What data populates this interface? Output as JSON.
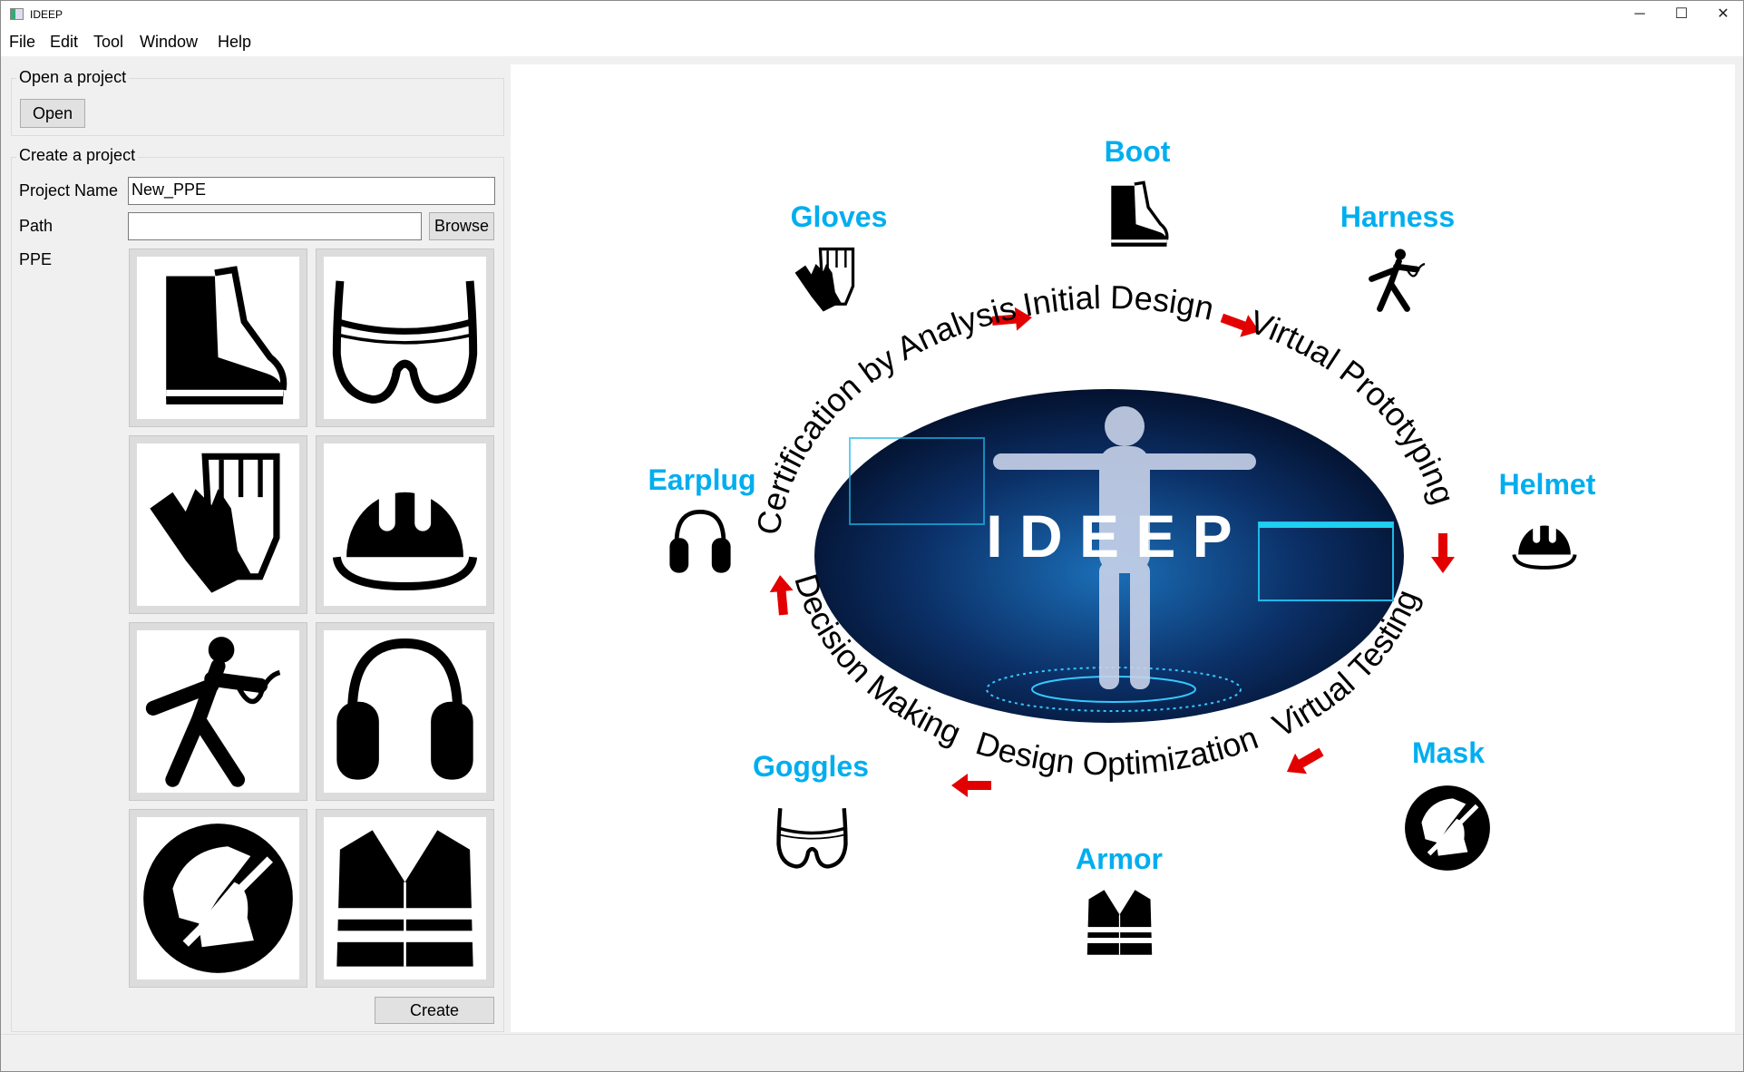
{
  "window": {
    "title": "IDEEP",
    "controls": [
      "minimize-icon",
      "maximize-icon",
      "close-icon"
    ]
  },
  "menu": [
    "File",
    "Edit",
    "Tool",
    "Window",
    "Help"
  ],
  "open_group": {
    "title": "Open a project",
    "open_label": "Open"
  },
  "create_group": {
    "title": "Create a project",
    "project_name_label": "Project Name",
    "project_name_value": "New_PPE",
    "path_label": "Path",
    "path_value": "",
    "browse_label": "Browse",
    "ppe_label": "PPE",
    "ppe_items": [
      "boot",
      "goggles",
      "gloves",
      "helmet",
      "harness",
      "earmuffs",
      "mask",
      "vest"
    ],
    "create_label": "Create"
  },
  "diagram": {
    "center_title": "I D E E P",
    "accent_color": "#00aeef",
    "arrow_color": "#e30000",
    "labels": {
      "boot": "Boot",
      "gloves": "Gloves",
      "harness": "Harness",
      "earplug": "Earplug",
      "helmet": "Helmet",
      "goggles": "Goggles",
      "mask": "Mask",
      "armor": "Armor"
    },
    "cycle": {
      "certification": "Certification by Analysis",
      "initial_design": "Initial Design",
      "virtual_prototyping": "Virtual Prototyping",
      "virtual_testing": "Virtual Testing",
      "design_optimization": "Design Optimization",
      "decision_making": "Decision Making"
    }
  }
}
